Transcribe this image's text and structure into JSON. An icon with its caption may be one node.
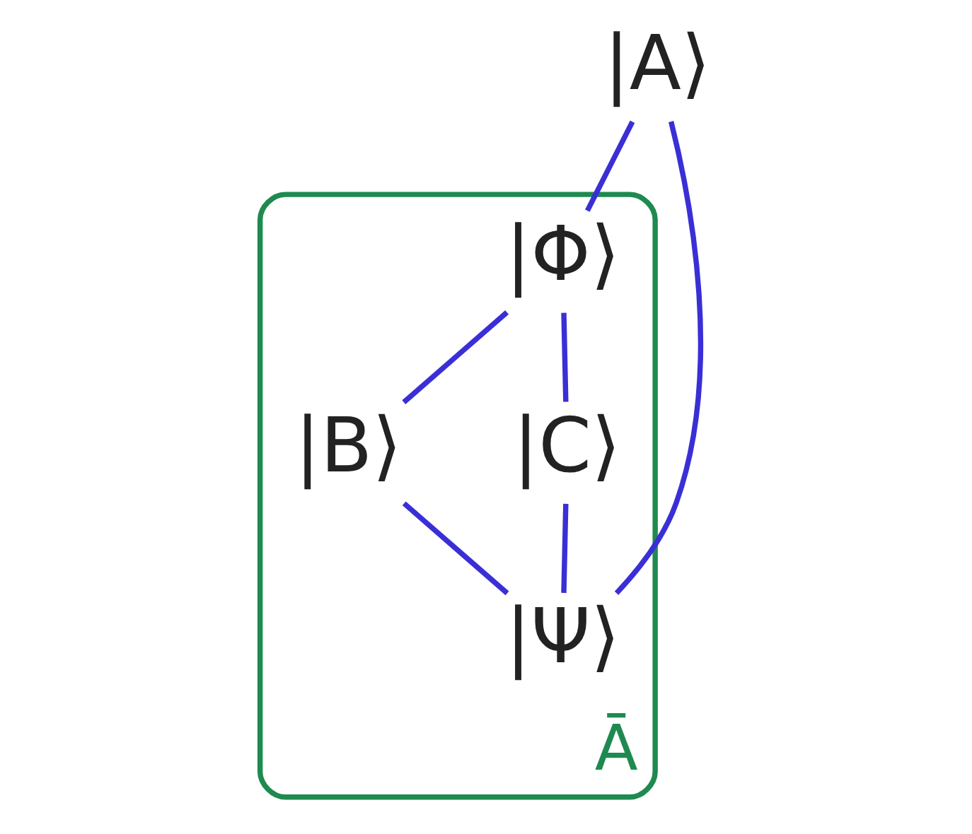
{
  "diagram": {
    "nodes": [
      {
        "text": [
          "Ā"
        ]
      },
      {
        "text": [
          "|Φ⟩"
        ],
        "in": 0
      },
      {
        "text": [
          "|A⟩"
        ]
      },
      {
        "text": [
          "|B⟩"
        ],
        "in": 0
      },
      {
        "text": [
          "|C⟩"
        ],
        "in": 0
      },
      {
        "text": [
          "|Ψ⟩"
        ],
        "in": 0
      }
    ],
    "edges": [
      {
        "from": 2,
        "to": 1,
        "arrow": "none"
      },
      {
        "from": 1,
        "to": 3,
        "arrow": "none"
      },
      {
        "from": 1,
        "to": 4,
        "arrow": "none"
      },
      {
        "from": 2,
        "to": 5,
        "arrow": "none"
      },
      {
        "from": 3,
        "to": 5,
        "arrow": "none"
      },
      {
        "from": 4,
        "to": 5,
        "arrow": "none"
      }
    ]
  }
}
